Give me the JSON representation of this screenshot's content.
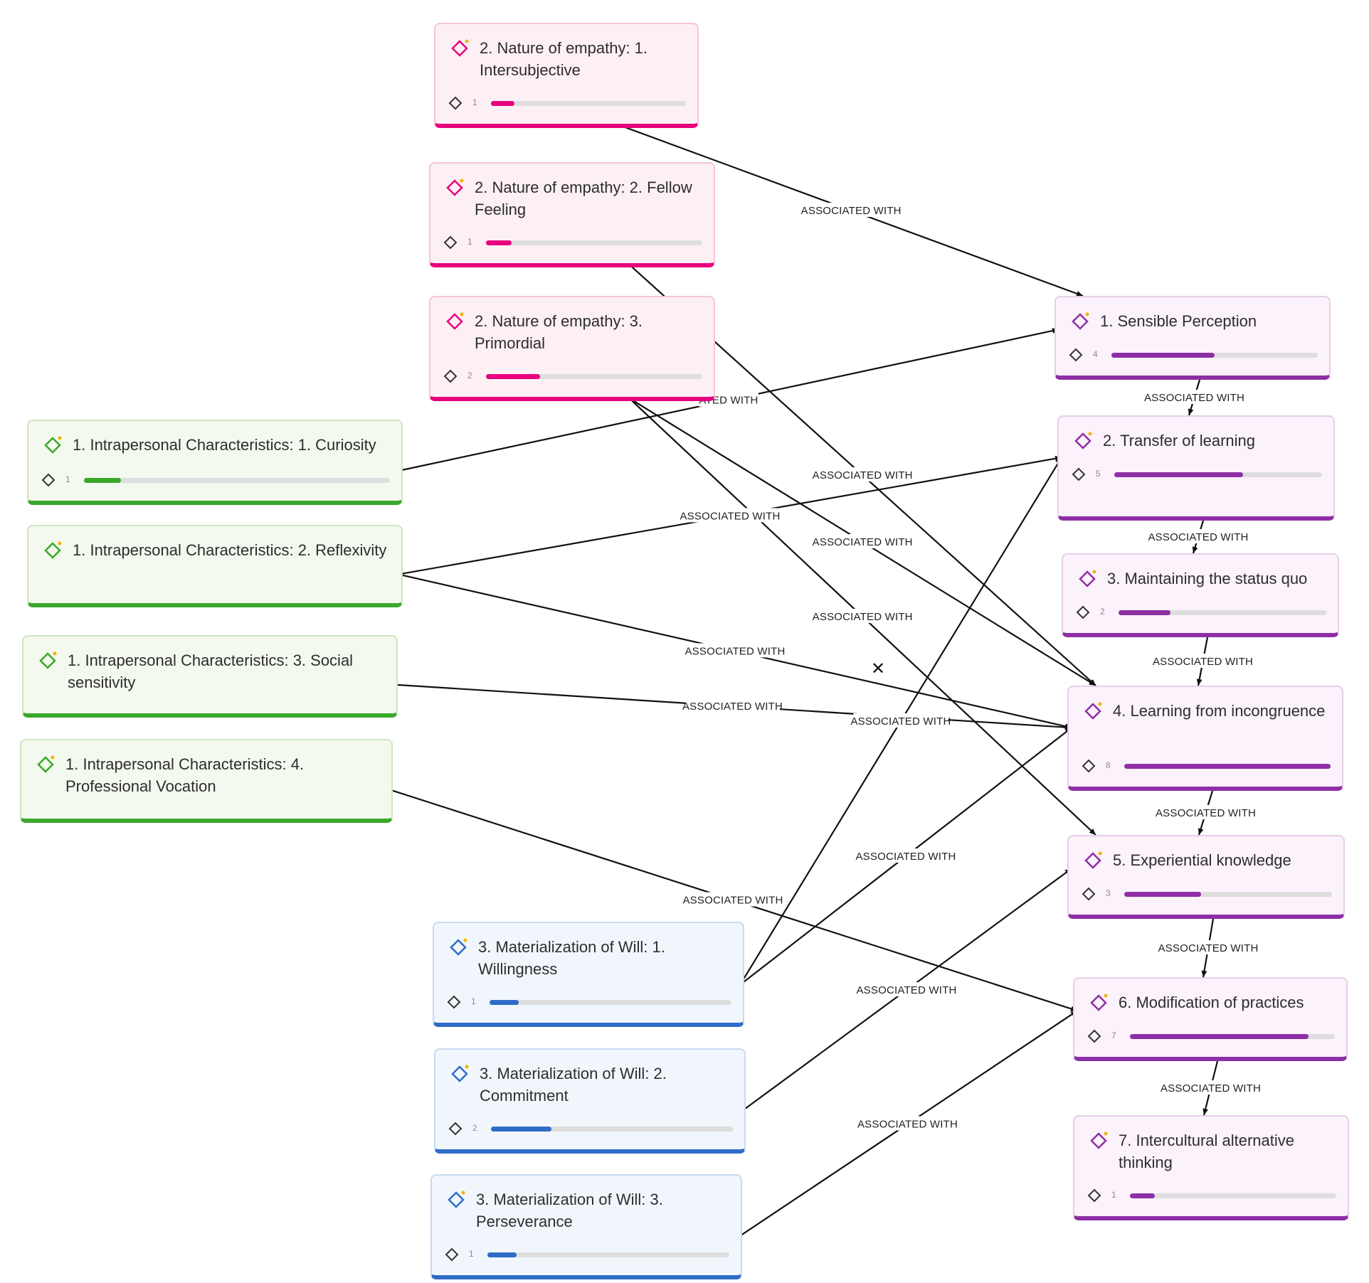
{
  "colors": {
    "pink": "#e6007e",
    "green": "#3aa82a",
    "blue": "#2f6cc9",
    "purple": "#8e2fa6",
    "edge": "#111111"
  },
  "icons": {
    "code": "diamond-sparkle-icon",
    "references": "diamond-outline-icon"
  },
  "nodes": [
    {
      "id": "n1",
      "group": "pink",
      "title": "2. Nature of empathy: 1. Intersubjective",
      "count": "1",
      "bar": 0.12
    },
    {
      "id": "n2",
      "group": "pink",
      "title": "2. Nature of empathy: 2. Fellow Feeling",
      "count": "1",
      "bar": 0.12
    },
    {
      "id": "n3",
      "group": "pink",
      "title": "2. Nature of empathy: 3. Primordial",
      "count": "2",
      "bar": 0.25
    },
    {
      "id": "g1",
      "group": "green",
      "title": "1. Intrapersonal Characteristics: 1. Curiosity",
      "count": "1",
      "bar": 0.12
    },
    {
      "id": "g2",
      "group": "green",
      "title": "1. Intrapersonal Characteristics: 2. Reflexivity",
      "count": "",
      "bar": null
    },
    {
      "id": "g3",
      "group": "green",
      "title": "1. Intrapersonal Characteristics: 3. Social sensitivity",
      "count": "",
      "bar": null
    },
    {
      "id": "g4",
      "group": "green",
      "title": "1. Intrapersonal Characteristics: 4. Professional Vocation",
      "count": "",
      "bar": null
    },
    {
      "id": "b1",
      "group": "blue",
      "title": "3. Materialization of Will: 1. Willingness",
      "count": "1",
      "bar": 0.12
    },
    {
      "id": "b2",
      "group": "blue",
      "title": "3. Materialization of Will: 2. Commitment",
      "count": "2",
      "bar": 0.25
    },
    {
      "id": "b3",
      "group": "blue",
      "title": "3. Materialization of Will: 3. Perseverance",
      "count": "1",
      "bar": 0.12
    },
    {
      "id": "p1",
      "group": "purple",
      "title": "1. Sensible Perception",
      "count": "4",
      "bar": 0.5
    },
    {
      "id": "p2",
      "group": "purple",
      "title": "2. Transfer of learning",
      "count": "5",
      "bar": 0.62
    },
    {
      "id": "p3",
      "group": "purple",
      "title": "3. Maintaining the status quo",
      "count": "2",
      "bar": 0.25
    },
    {
      "id": "p4",
      "group": "purple",
      "title": "4. Learning from incongruence",
      "count": "8",
      "bar": 1.0
    },
    {
      "id": "p5",
      "group": "purple",
      "title": "5. Experiential knowledge",
      "count": "3",
      "bar": 0.37
    },
    {
      "id": "p6",
      "group": "purple",
      "title": "6. Modification of practices",
      "count": "7",
      "bar": 0.87
    },
    {
      "id": "p7",
      "group": "purple",
      "title": "7. Intercultural alternative thinking",
      "count": "1",
      "bar": 0.12
    }
  ],
  "edges": [
    {
      "from": "n1",
      "to": "p1",
      "label": "ASSOCIATED WITH"
    },
    {
      "from": "n2",
      "to": "p4",
      "label": "ASSOCIATED WITH"
    },
    {
      "from": "n3",
      "to": "p4",
      "label": "ASSOCIATED WITH"
    },
    {
      "from": "n3",
      "to": "p5",
      "label": "ASSOCIATED WITH"
    },
    {
      "from": "g1",
      "to": "p1",
      "label": "ATED WITH"
    },
    {
      "from": "g2",
      "to": "p2",
      "label": "ASSOCIATED WITH"
    },
    {
      "from": "g2",
      "to": "p4",
      "label": "ASSOCIATED WITH"
    },
    {
      "from": "g3",
      "to": "p4",
      "label": "ASSOCIATED WITH"
    },
    {
      "from": "g4",
      "to": "p6",
      "label": "ASSOCIATED WITH"
    },
    {
      "from": "b1",
      "to": "p2",
      "label": "ASSOCIATED WITH"
    },
    {
      "from": "b1",
      "to": "p4",
      "label": "ASSOCIATED WITH"
    },
    {
      "from": "b2",
      "to": "p5",
      "label": "ASSOCIATED WITH"
    },
    {
      "from": "b3",
      "to": "p6",
      "label": "ASSOCIATED WITH"
    },
    {
      "from": "p1",
      "to": "p2",
      "label": "ASSOCIATED WITH"
    },
    {
      "from": "p2",
      "to": "p3",
      "label": "ASSOCIATED WITH"
    },
    {
      "from": "p3",
      "to": "p4",
      "label": "ASSOCIATED WITH"
    },
    {
      "from": "p4",
      "to": "p5",
      "label": "ASSOCIATED WITH"
    },
    {
      "from": "p5",
      "to": "p6",
      "label": "ASSOCIATED WITH"
    },
    {
      "from": "p6",
      "to": "p7",
      "label": "ASSOCIATED WITH"
    }
  ]
}
